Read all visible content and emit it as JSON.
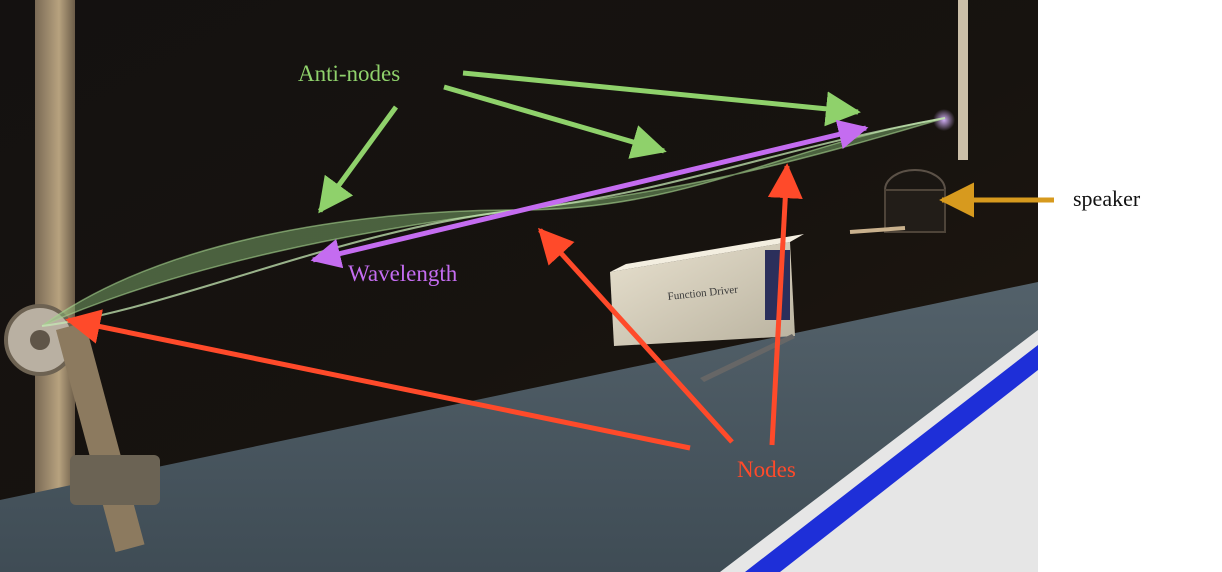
{
  "annotations": {
    "antinodes": "Anti-nodes",
    "wavelength": "Wavelength",
    "nodes": "Nodes",
    "speaker": "speaker"
  },
  "colors": {
    "antinodes": "#8fd16b",
    "wavelength": "#c46cf0",
    "nodes": "#ff4a2a",
    "speaker": "#d79a1e",
    "speaker_label": "#111111",
    "background": "#ffffff"
  },
  "scene": {
    "subject": "vibrating string standing wave demonstration",
    "objects": [
      "string",
      "pulley",
      "clamp",
      "function generator",
      "speaker driver",
      "lab bench"
    ]
  }
}
